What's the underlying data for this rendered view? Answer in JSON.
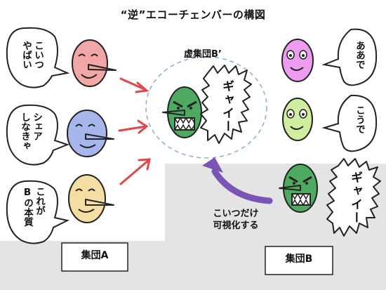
{
  "title": "“逆”エコーチェンバーの構図",
  "virtual_group_label": "虚集団B’",
  "group_a": {
    "label": "集団A",
    "bubbles": [
      {
        "lines": [
          "こいつ",
          "やばい"
        ]
      },
      {
        "lines": [
          "シェア",
          "しなきゃ"
        ]
      },
      {
        "lines": [
          "これが",
          "Bの本質"
        ]
      }
    ]
  },
  "group_b": {
    "label": "集団B",
    "bubbles": [
      {
        "lines": [
          "ああで"
        ]
      },
      {
        "lines": [
          "こうで"
        ]
      }
    ],
    "shout": "ギャイー"
  },
  "virtual_shout": "ギャイー",
  "visualize_note": [
    "こいつだけ",
    "可視化する"
  ],
  "colors": {
    "pink_face": "#f2a6a6",
    "blue_face": "#a8b6ee",
    "yellow_face": "#f4dea2",
    "purple_face": "#ee9cf0",
    "lime_face": "#cfeea0",
    "green_monster": "#4eaa60",
    "red_arrow": "#e0464a",
    "purple_arrow": "#7a55b5",
    "ground": "#e4e4e4",
    "dashed_circle": "#8fb0d8"
  }
}
